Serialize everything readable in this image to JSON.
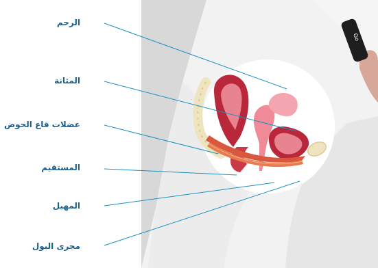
{
  "labels": {
    "uterus": "الرحم",
    "bladder": "المثانة",
    "pelvic_floor": "عضلات قاع الحوض",
    "rectum": "المستقيم",
    "vagina": "المهبل",
    "urethra": "مجرى البول"
  },
  "watch": {
    "text": "Go"
  },
  "colors": {
    "leader_line": "#1b8fc0",
    "label_text": "#1b5f8c",
    "background_panel": "#d8d8d8"
  }
}
